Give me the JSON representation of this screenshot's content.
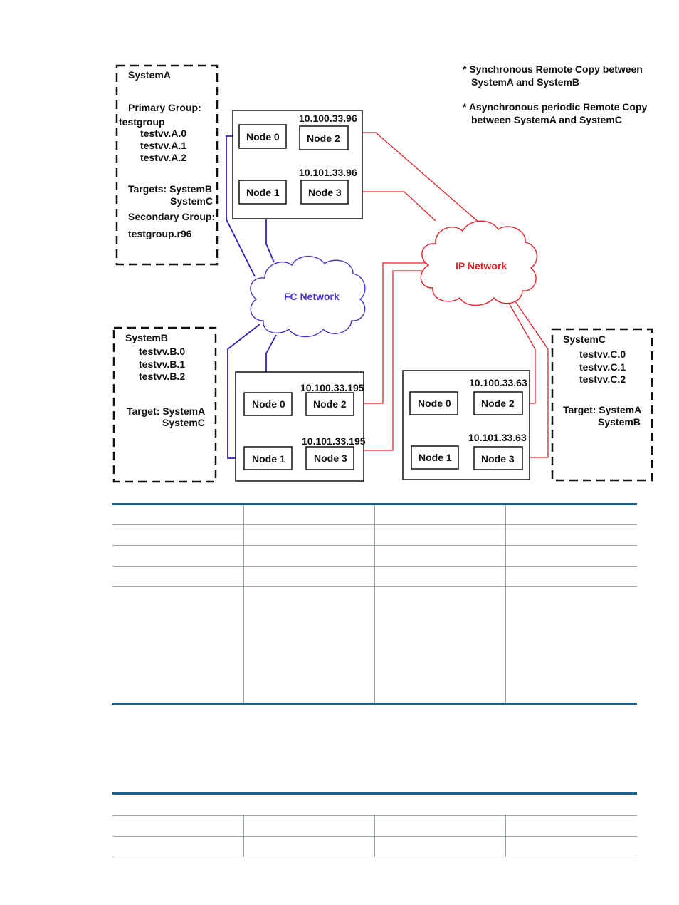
{
  "notes": [
    "* Synchronous Remote Copy between",
    "SystemA and SystemB",
    "* Asynchronous periodic Remote Copy",
    "between SystemA and SystemC"
  ],
  "systemA": {
    "title": "SystemA",
    "primary_group_label": "Primary Group:",
    "group": "testgroup",
    "volumes": [
      "testvv.A.0",
      "testvv.A.1",
      "testvv.A.2"
    ],
    "targets_line1": "Targets: SystemB",
    "targets_line2": "SystemC",
    "secondary_group_label": "Secondary Group:",
    "secondary_group": "testgroup.r96"
  },
  "systemB": {
    "title": "SystemB",
    "volumes": [
      "testvv.B.0",
      "testvv.B.1",
      "testvv.B.2"
    ],
    "target_line1": "Target: SystemA",
    "target_line2": "SystemC"
  },
  "systemC": {
    "title": "SystemC",
    "volumes": [
      "testvv.C.0",
      "testvv.C.1",
      "testvv.C.2"
    ],
    "target_line1": "Target: SystemA",
    "target_line2": "SystemB"
  },
  "arrays": {
    "a": {
      "ip1": "10.100.33.96",
      "ip2": "10.101.33.96",
      "nodes": [
        "Node 0",
        "Node 2",
        "Node 1",
        "Node 3"
      ]
    },
    "b": {
      "ip1": "10.100.33.195",
      "ip2": "10.101.33.195",
      "nodes": [
        "Node 0",
        "Node 2",
        "Node 1",
        "Node 3"
      ]
    },
    "c": {
      "ip1": "10.100.33.63",
      "ip2": "10.101.33.63",
      "nodes": [
        "Node 0",
        "Node 2",
        "Node 1",
        "Node 3"
      ]
    }
  },
  "clouds": {
    "fc": {
      "label": "FC Network",
      "color": "#4a2fc9"
    },
    "ip": {
      "label": "IP Network",
      "color": "#e8222a"
    }
  },
  "colors": {
    "fc_link": "#3b1fb8",
    "ip_link": "#e8222a",
    "table_rule": "#1f5f8b",
    "table_grid": "#9aa7b3"
  },
  "table1": {
    "headers": [
      "",
      "",
      "",
      ""
    ],
    "rows": [
      [
        "",
        "",
        "",
        ""
      ],
      [
        "",
        "",
        "",
        ""
      ],
      [
        "",
        "",
        "",
        ""
      ],
      [
        "",
        "",
        "",
        ""
      ]
    ]
  },
  "table2": {
    "caption": "",
    "rows": [
      [
        "",
        "",
        "",
        ""
      ],
      [
        "",
        "",
        "",
        ""
      ]
    ]
  }
}
